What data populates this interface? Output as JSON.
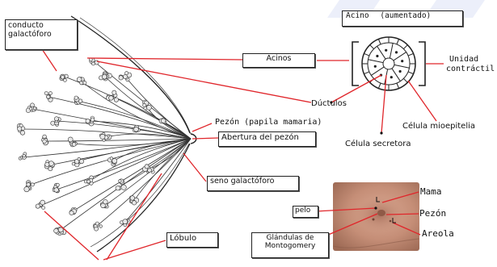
{
  "labels": {
    "conducto": "conducto\ngalactóforo",
    "acino_aumentado": "Acino",
    "aumentado": "(aumentado)",
    "acinos": "Acinos",
    "unidad": "Unidad",
    "contractil": "contráctil",
    "ductulos": "Dúctulos",
    "pezon_papila": "Pezón (papila mamaria)",
    "abertura": "Abertura del pezón",
    "celula_mioepitelia": "Célula mioepitelia",
    "celula_secretora": "Célula secretora",
    "seno": "seno galactóforo",
    "mama": "Mama",
    "pelo": "pelo",
    "pezon": "Pezón",
    "glandulas_1": "Glándulas de",
    "glandulas_2": "Montogomery",
    "areola": "Areola",
    "lobulo": "Lóbulo"
  },
  "colors": {
    "annotation_line": "#e0262b",
    "ink": "#222222",
    "skin": "#c9957e",
    "watermark": "#c9d0f0"
  }
}
